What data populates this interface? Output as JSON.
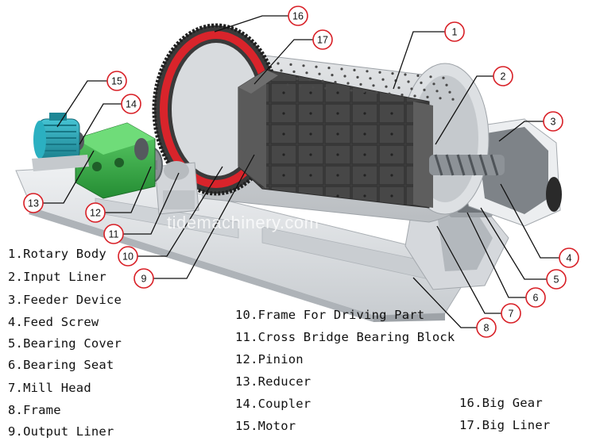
{
  "watermark": "tidemachinery.com",
  "colors": {
    "callout": "#d81f26",
    "motor": "#27a6b8",
    "reducer": "#3bb54a",
    "gear_ring": "#d9242b",
    "frame": "#dcdfe2",
    "liner": "#4a4a4a"
  },
  "callouts": [
    "1",
    "2",
    "3",
    "4",
    "5",
    "6",
    "7",
    "8",
    "9",
    "10",
    "11",
    "12",
    "13",
    "14",
    "15",
    "16",
    "17"
  ],
  "legend": [
    "1.Rotary Body",
    "2.Input Liner",
    "3.Feeder Device",
    "4.Feed Screw",
    "5.Bearing Cover",
    "6.Bearing Seat",
    "7.Mill Head",
    "8.Frame",
    "9.Output Liner",
    "10.Frame For Driving Part",
    "11.Cross Bridge Bearing Block",
    "12.Pinion",
    "13.Reducer",
    "14.Coupler",
    "15.Motor",
    "16.Big Gear",
    "17.Big Liner"
  ]
}
